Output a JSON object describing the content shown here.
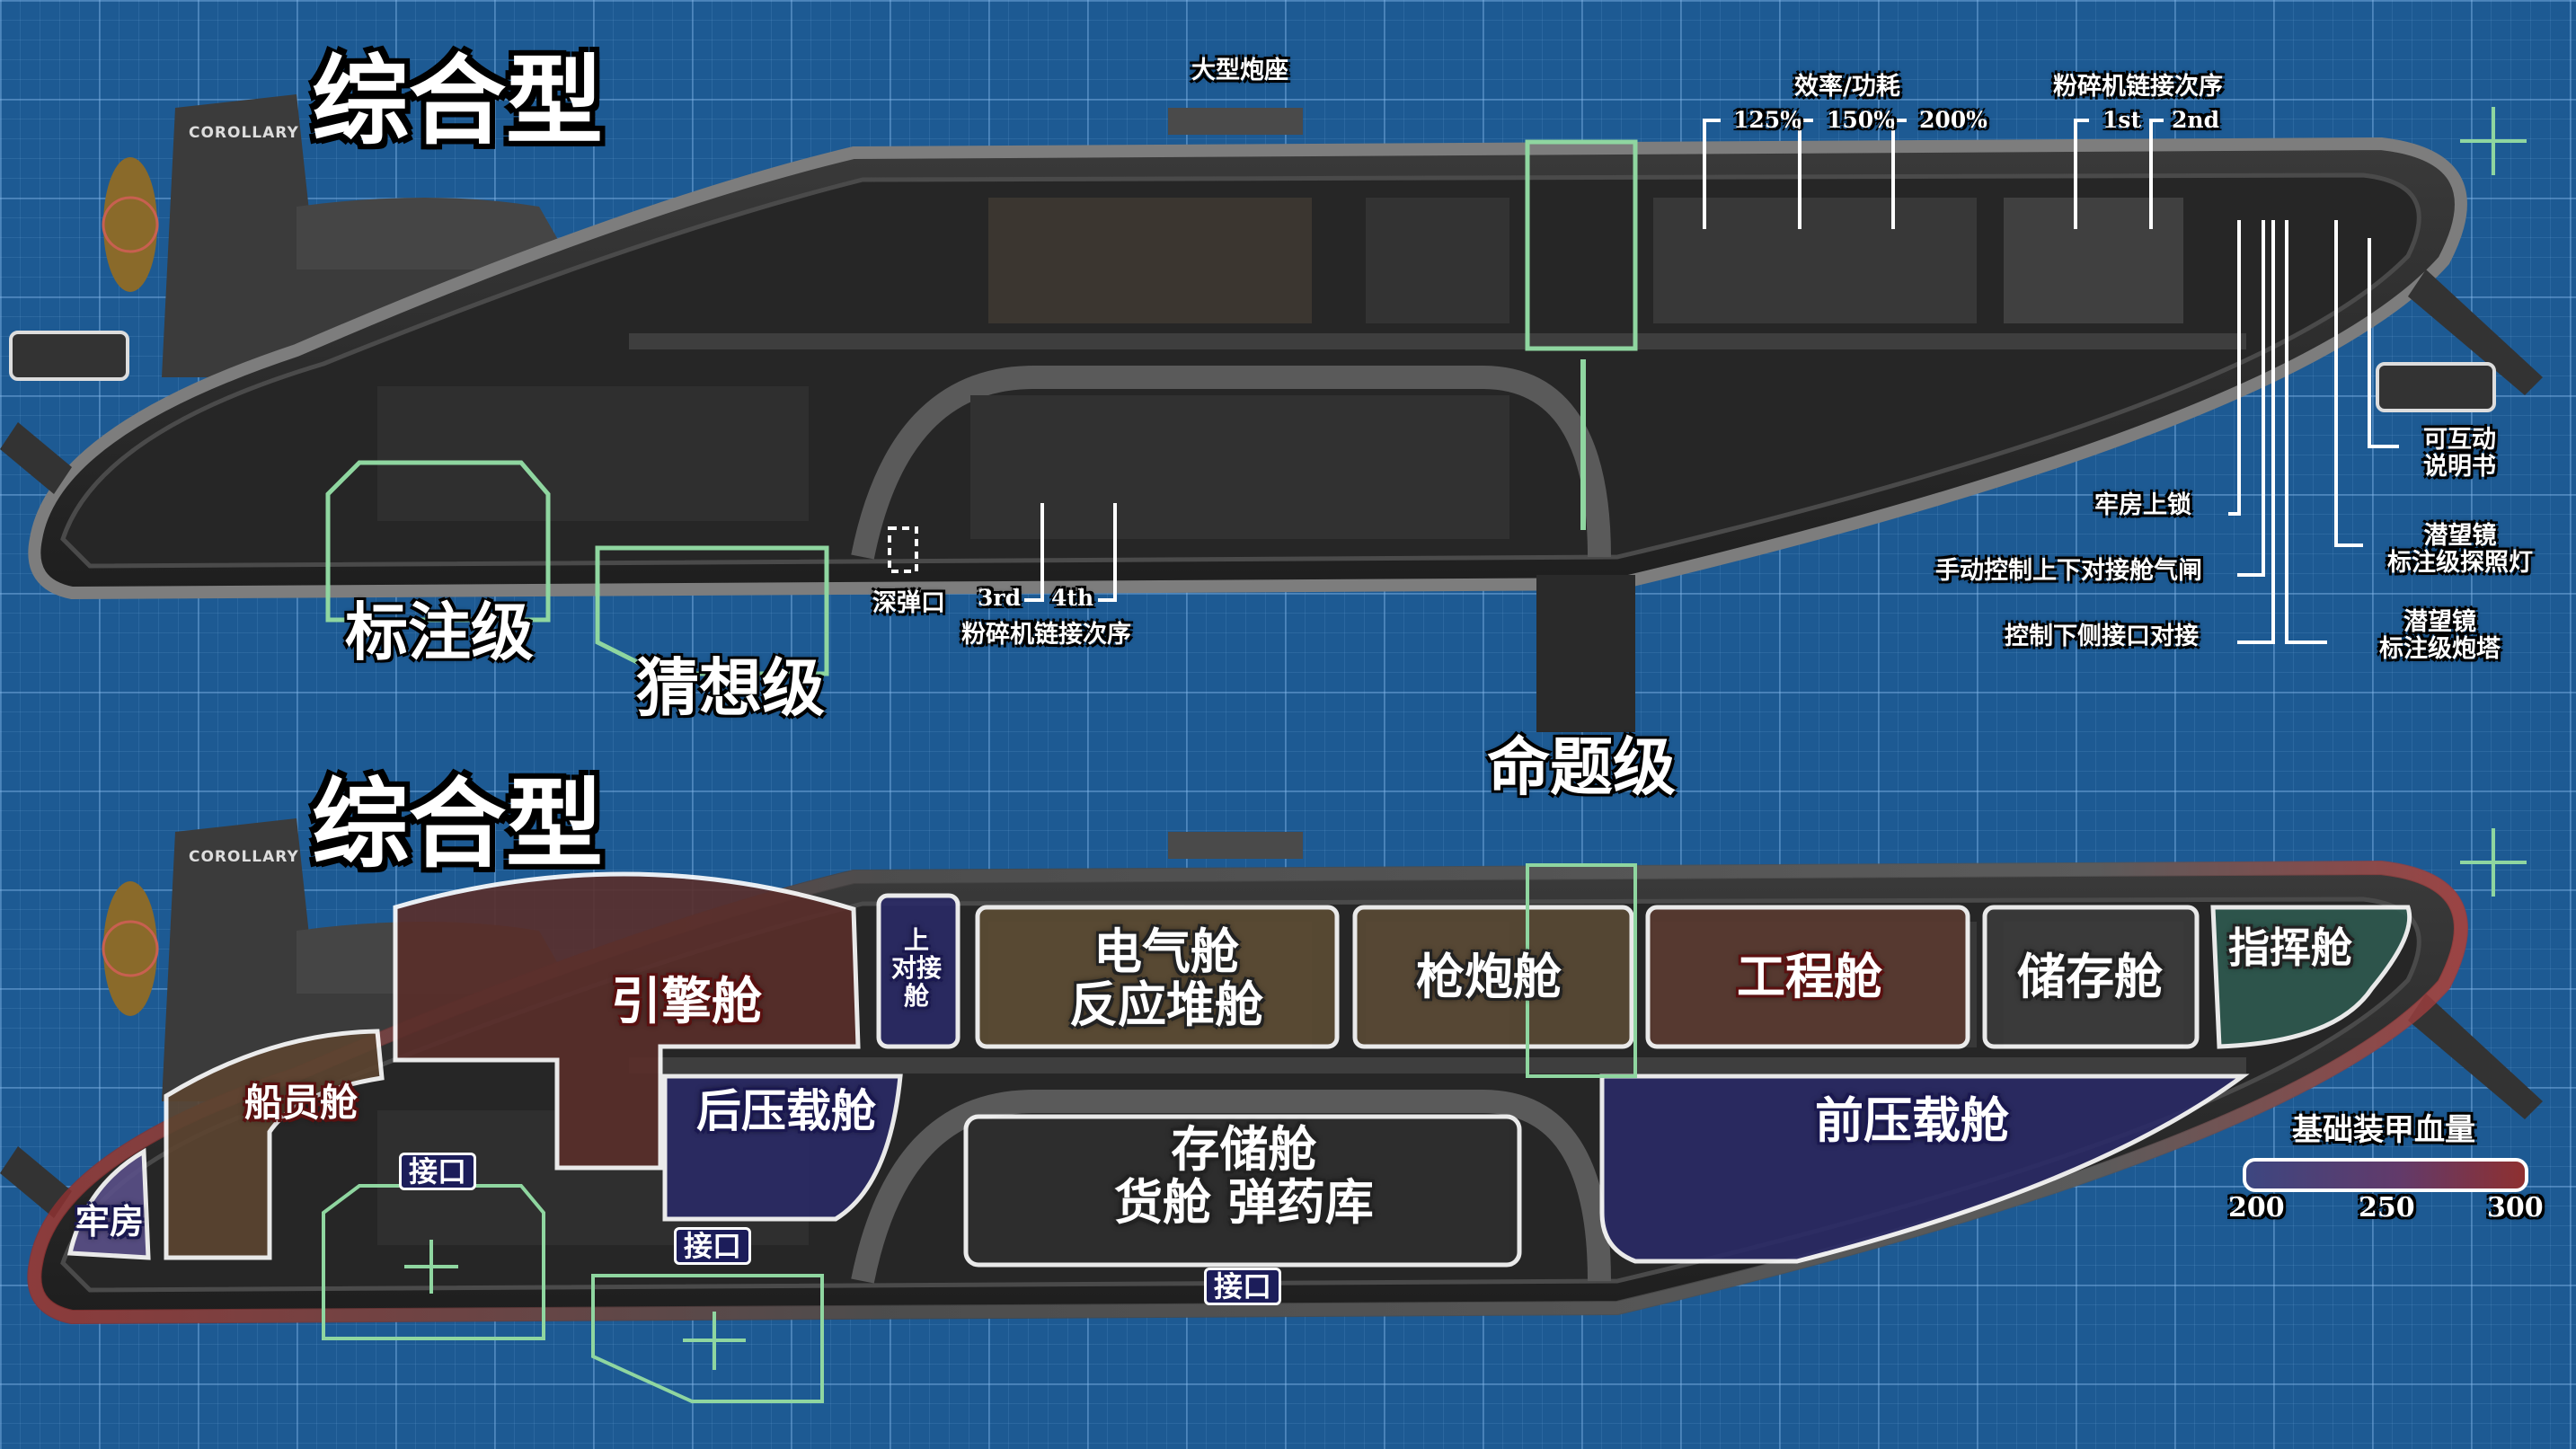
{
  "colors": {
    "background": "#1d5a93",
    "hull": "#2c2c2c",
    "outline_green": "#8fd6a0",
    "armor_low": "#3d4680",
    "armor_high": "#8e3030"
  },
  "top": {
    "title": "综合型",
    "sail_label": "COROLLARY",
    "big_gun": "大型炮座",
    "efficiency_title": "效率/功耗",
    "efficiency": [
      "125%",
      "150%",
      "200%"
    ],
    "shredder_title": "粉碎机链接次序",
    "shredder_order": [
      "1st",
      "2nd"
    ],
    "shredder_order_lower": [
      "3rd",
      "4th"
    ],
    "shredder_title_lower": "粉碎机链接次序",
    "depth_charge": "深弹口",
    "manual": [
      "可互动",
      "说明书"
    ],
    "brig_lock": "牢房上锁",
    "periscope_light": [
      "潜望镜",
      "标注级探照灯"
    ],
    "airlock_control": "手动控制上下对接舱气闸",
    "periscope_turret": [
      "潜望镜",
      "标注级炮塔"
    ],
    "dock_control": "控制下侧接口对接",
    "levels": {
      "annotated": "标注级",
      "conjecture": "猜想级",
      "proposition": "命题级"
    }
  },
  "bottom": {
    "title": "综合型",
    "sail_label": "COROLLARY",
    "rooms": {
      "brig": "牢房",
      "crew": "船员舱",
      "engine": "引擎舱",
      "upper_dock": [
        "上",
        "对接",
        "舱"
      ],
      "electrical": [
        "电气舱",
        "反应堆舱"
      ],
      "weapons": "枪炮舱",
      "engineering": "工程舱",
      "storage": "储存舱",
      "command": "指挥舱",
      "rear_ballast": "后压载舱",
      "front_ballast": "前压载舱",
      "cargo": [
        "存储舱",
        "货舱 弹药库"
      ]
    },
    "ports": [
      "接口",
      "接口",
      "接口"
    ],
    "legend": {
      "title": "基础装甲血量",
      "ticks": [
        "200",
        "250",
        "300"
      ],
      "min": 200,
      "max": 300
    }
  }
}
